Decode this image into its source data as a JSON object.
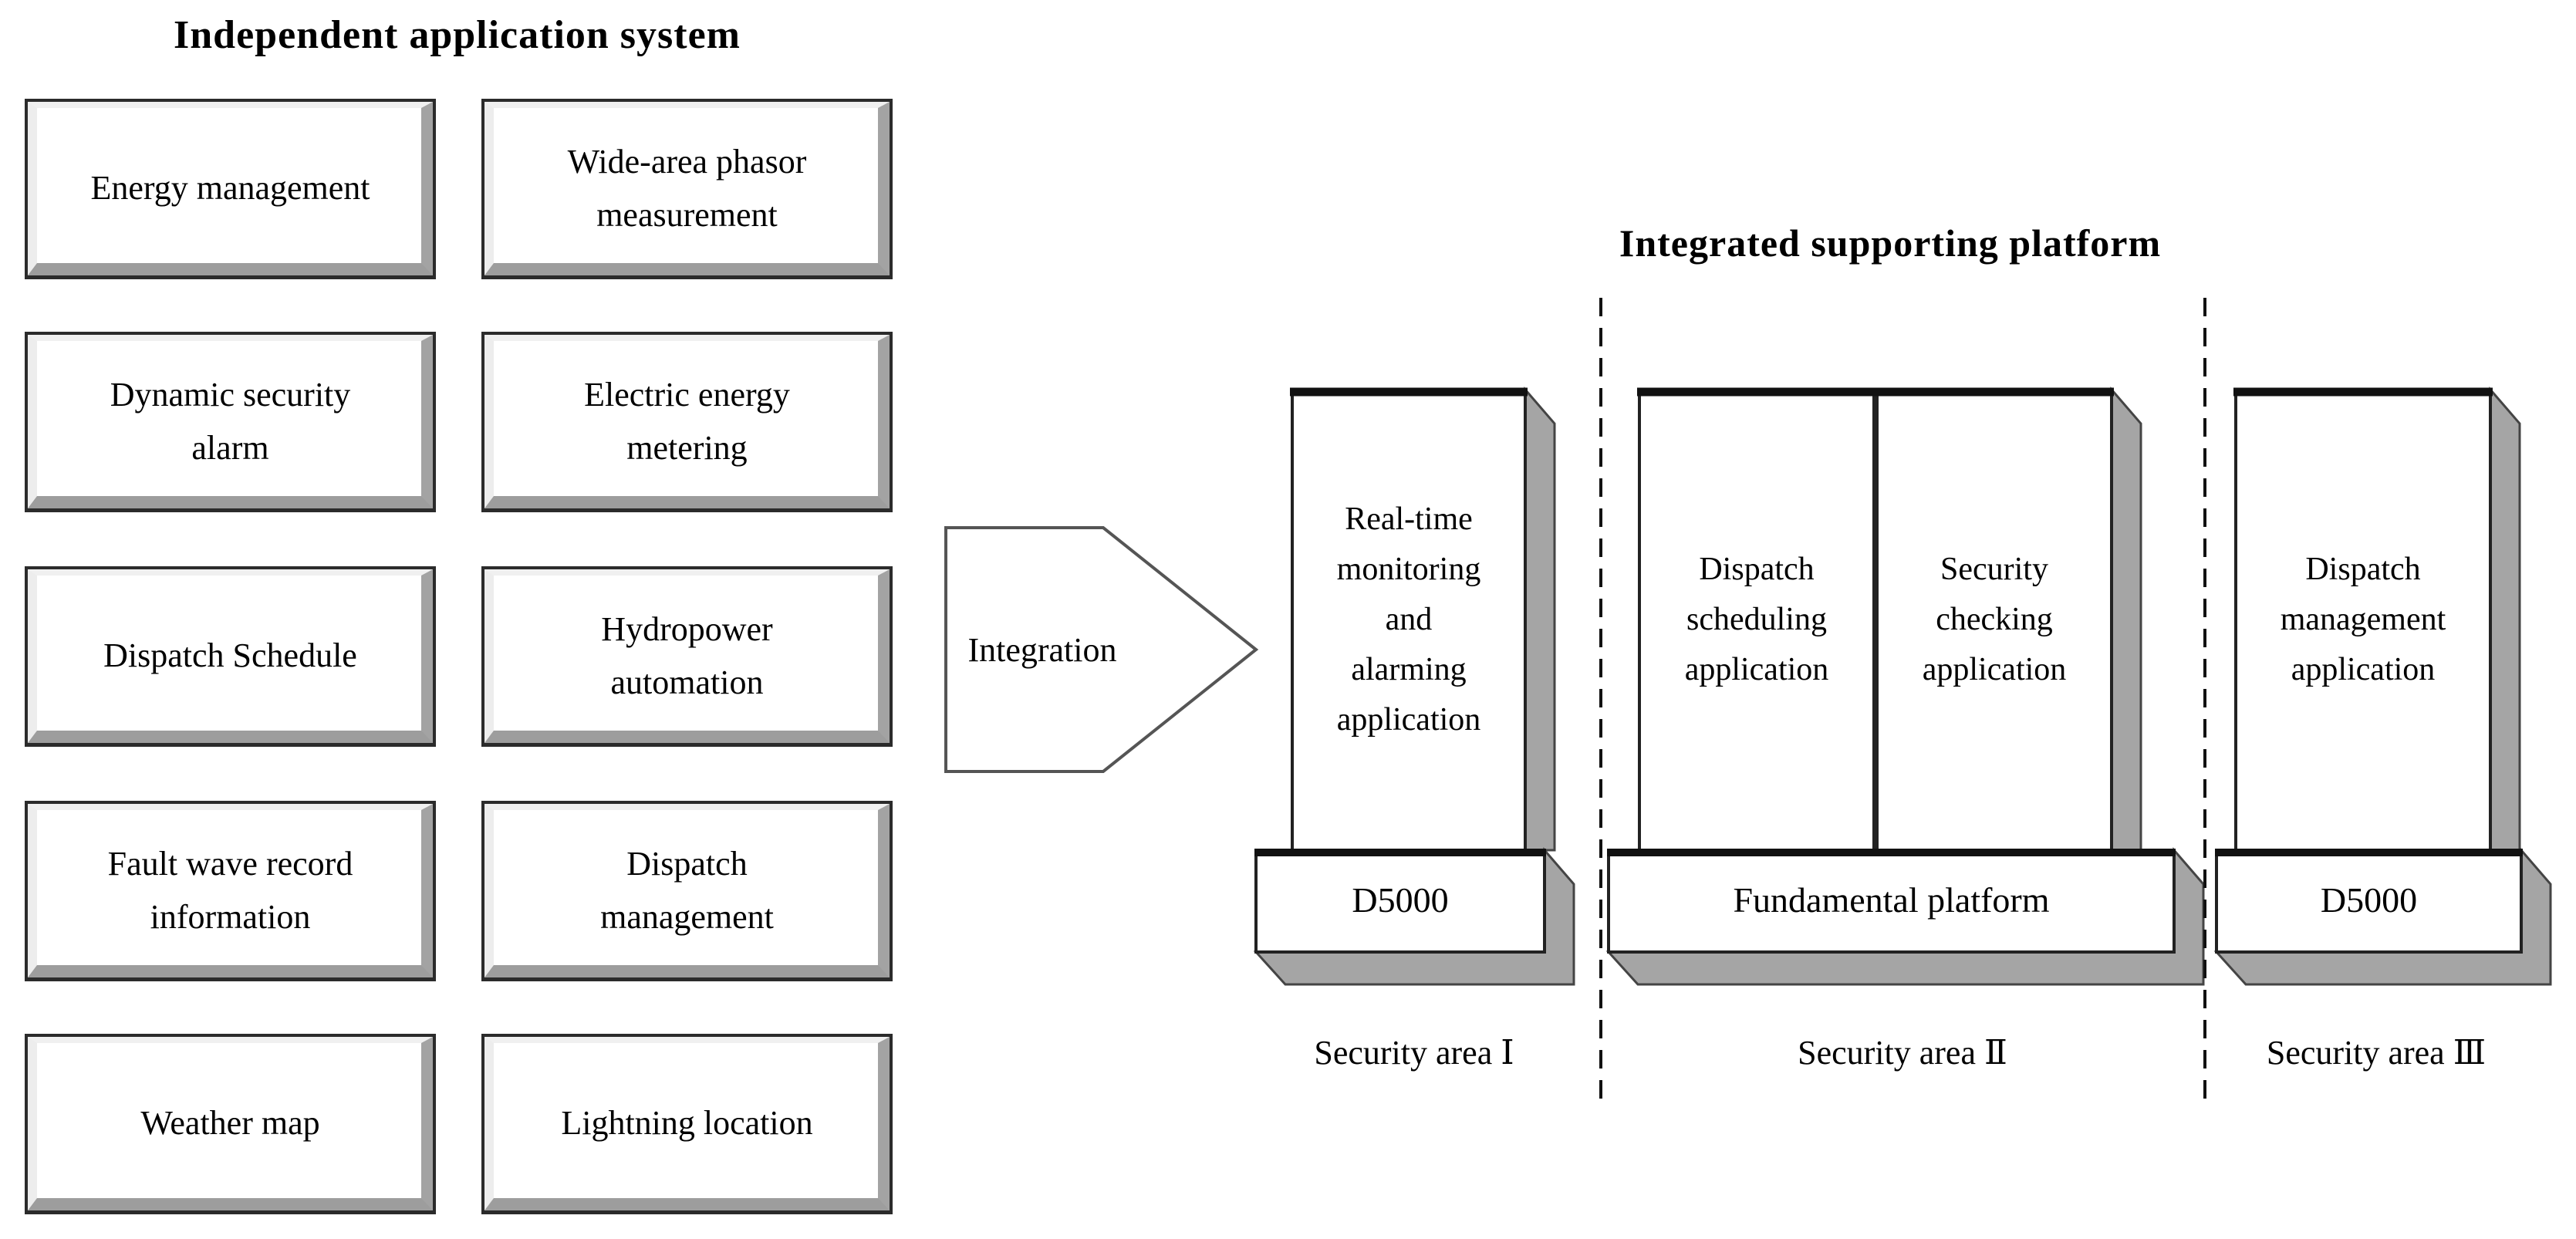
{
  "left_panel": {
    "title": "Independent application system",
    "boxes": [
      {
        "label": "Energy management"
      },
      {
        "label": "Wide-area phasor\nmeasurement"
      },
      {
        "label": "Dynamic security\nalarm"
      },
      {
        "label": "Electric energy\nmetering"
      },
      {
        "label": "Dispatch Schedule"
      },
      {
        "label": "Hydropower\nautomation"
      },
      {
        "label": "Fault wave record\ninformation"
      },
      {
        "label": "Dispatch\nmanagement"
      },
      {
        "label": "Weather map"
      },
      {
        "label": "Lightning location"
      }
    ]
  },
  "integration_arrow": {
    "label": "Integration"
  },
  "right_panel": {
    "title": "Integrated supporting platform",
    "towers": [
      {
        "label": "Real-time\nmonitoring\nand\nalarming\napplication"
      },
      {
        "label": "Dispatch\nscheduling\napplication"
      },
      {
        "label": "Security\nchecking\napplication"
      },
      {
        "label": "Dispatch\nmanagement\napplication"
      }
    ],
    "platforms": [
      {
        "label": "D5000"
      },
      {
        "label": "Fundamental platform"
      },
      {
        "label": "D5000"
      }
    ],
    "security_areas": [
      {
        "label": "Security area Ⅰ"
      },
      {
        "label": "Security area Ⅱ"
      },
      {
        "label": "Security area Ⅲ"
      }
    ]
  },
  "colors": {
    "background": "#ffffff",
    "border": "#222222",
    "shadow": "#a5a5a5",
    "bevel_light": "#f0f0f0",
    "bevel_dark": "#9d9d9d",
    "text": "#000000"
  }
}
